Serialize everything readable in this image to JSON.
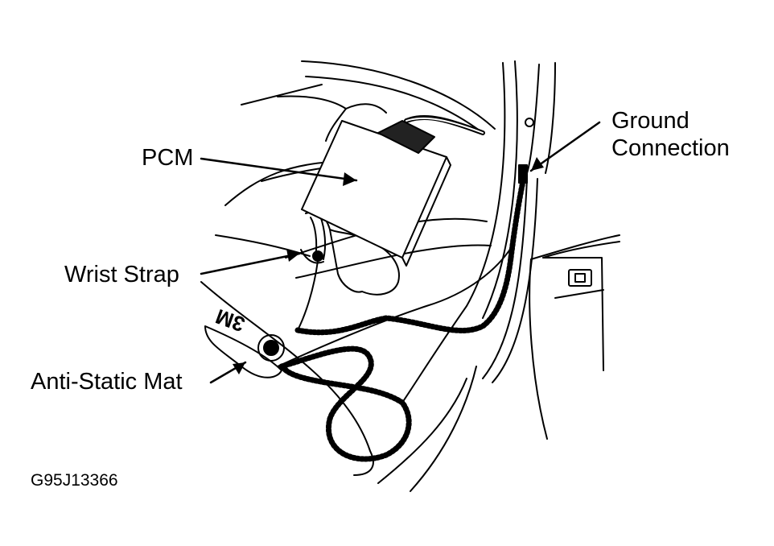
{
  "labels": {
    "pcm": "PCM",
    "wrist_strap": "Wrist Strap",
    "anti_static_mat": "Anti-Static Mat",
    "ground_line1": "Ground",
    "ground_line2": "Connection",
    "mat_brand": "3M"
  },
  "figure_code": "G95J13366",
  "colors": {
    "ink": "#000000",
    "paper": "#ffffff"
  }
}
